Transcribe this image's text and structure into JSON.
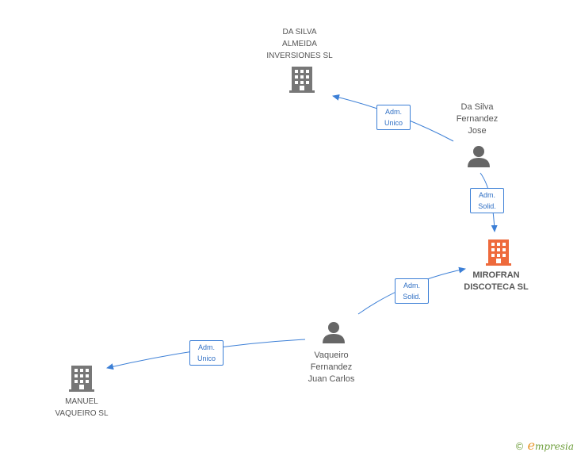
{
  "colors": {
    "edge": "#3c7fd6",
    "company": "#777777",
    "main_company": "#ee6a3c",
    "person": "#666666"
  },
  "nodes": {
    "da_silva_almeida": {
      "type": "company-icon",
      "lines": [
        "DA SILVA",
        "ALMEIDA",
        "INVERSIONES SL"
      ]
    },
    "da_silva_jose": {
      "type": "person-icon",
      "lines": [
        "Da Silva",
        "Fernandez",
        "Jose"
      ]
    },
    "mirofran": {
      "type": "company-icon",
      "lines": [
        "MIROFRAN",
        "DISCOTECA SL"
      ]
    },
    "vaqueiro_juan": {
      "type": "person-icon",
      "lines": [
        "Vaqueiro",
        "Fernandez",
        "Juan Carlos"
      ]
    },
    "manuel_vaqueiro": {
      "type": "company-icon",
      "lines": [
        "MANUEL",
        "VAQUEIRO SL"
      ]
    }
  },
  "edges": [
    {
      "from": "da_silva_jose",
      "to": "da_silva_almeida",
      "label": [
        "Adm.",
        "Unico"
      ]
    },
    {
      "from": "da_silva_jose",
      "to": "mirofran",
      "label": [
        "Adm.",
        "Solid."
      ]
    },
    {
      "from": "vaqueiro_juan",
      "to": "mirofran",
      "label": [
        "Adm.",
        "Solid."
      ]
    },
    {
      "from": "vaqueiro_juan",
      "to": "manuel_vaqueiro",
      "label": [
        "Adm.",
        "Unico"
      ]
    }
  ],
  "brand": {
    "copyright": "©",
    "initial": "e",
    "rest": "mpresia"
  }
}
